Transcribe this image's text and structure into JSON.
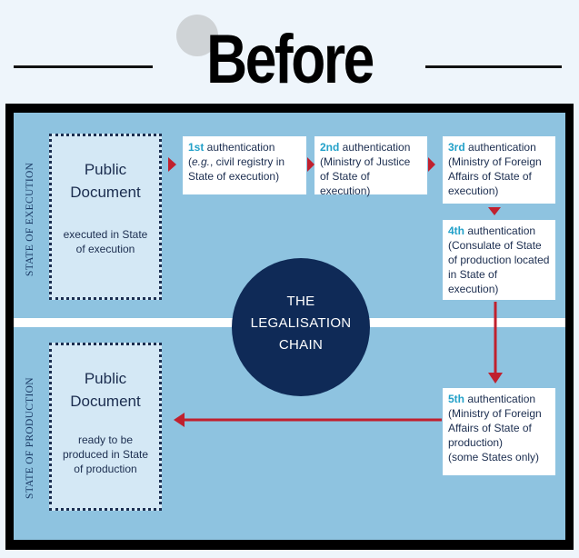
{
  "header": {
    "title": "Before"
  },
  "side_labels": {
    "execution": "STATE OF EXECUTION",
    "production": "STATE OF PRODUCTION"
  },
  "documents": {
    "execution": {
      "title_line1": "Public",
      "title_line2": "Document",
      "note": "executed in State of execution"
    },
    "production": {
      "title_line1": "Public",
      "title_line2": "Document",
      "note": "ready to be produced in State of production"
    }
  },
  "steps": [
    {
      "ordinal": "1st",
      "rest": " authentication",
      "detail_italic": "e.g.",
      "detail": "(e.g., civil registry in State of execution)",
      "detail_pre": "(",
      "detail_post": ", civil registry in State of execution)"
    },
    {
      "ordinal": "2nd",
      "rest": " authentication",
      "detail": "(Ministry of Justice of State of execution)"
    },
    {
      "ordinal": "3rd",
      "rest": " authentication",
      "detail": "(Ministry of Foreign Affairs of State of execution)"
    },
    {
      "ordinal": "4th",
      "rest": " authentication",
      "detail": "(Consulate of State of production located in State of execution)"
    },
    {
      "ordinal": "5th",
      "rest": " authentication",
      "detail": "(Ministry of Foreign Affairs of State of production)",
      "extra": "(some States only)"
    }
  ],
  "chain": {
    "line1": "THE",
    "line2": "LEGALISATION",
    "line3": "CHAIN"
  },
  "colors": {
    "panel": "#8ec3e0",
    "navy": "#0f2a57",
    "arrow": "#c0202e",
    "ordinal": "#23a1c9"
  }
}
